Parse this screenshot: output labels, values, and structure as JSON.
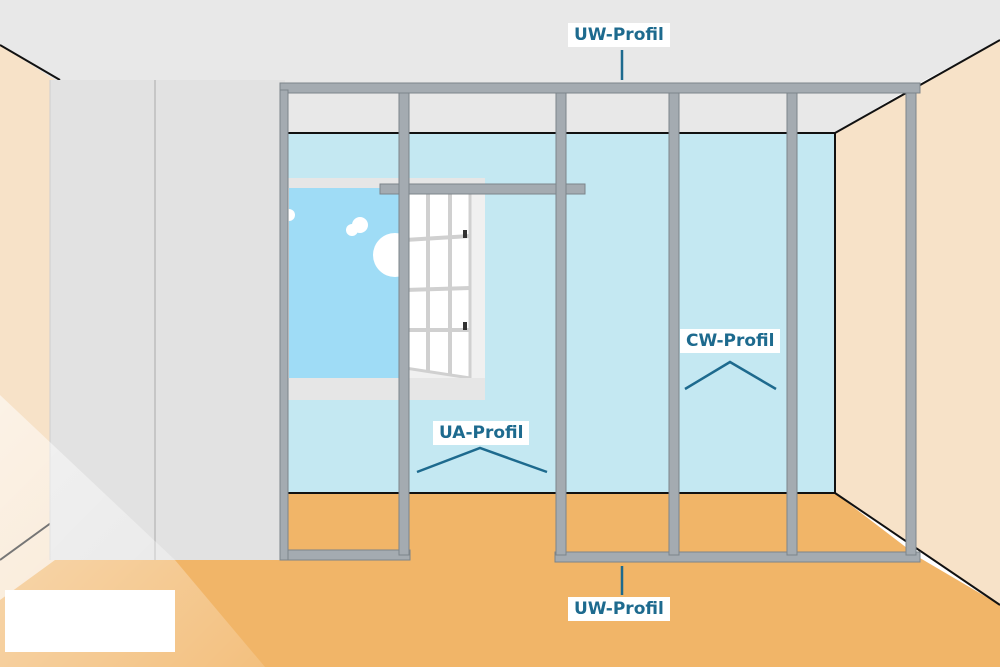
{
  "labels": {
    "uw_top": "UW-Profil",
    "uw_bottom": "UW-Profil",
    "cw": "CW-Profil",
    "ua": "UA-Profil"
  },
  "colors": {
    "label_text": "#1d6a8e",
    "ceiling": "#e8e8e8",
    "back_wall": "#c4e8f2",
    "side_wall": "#f7e2c8",
    "floor": "#f1b568",
    "profile": "#a4abb1",
    "sky": "#9fdcf6",
    "plasterboard": "#dedede"
  }
}
